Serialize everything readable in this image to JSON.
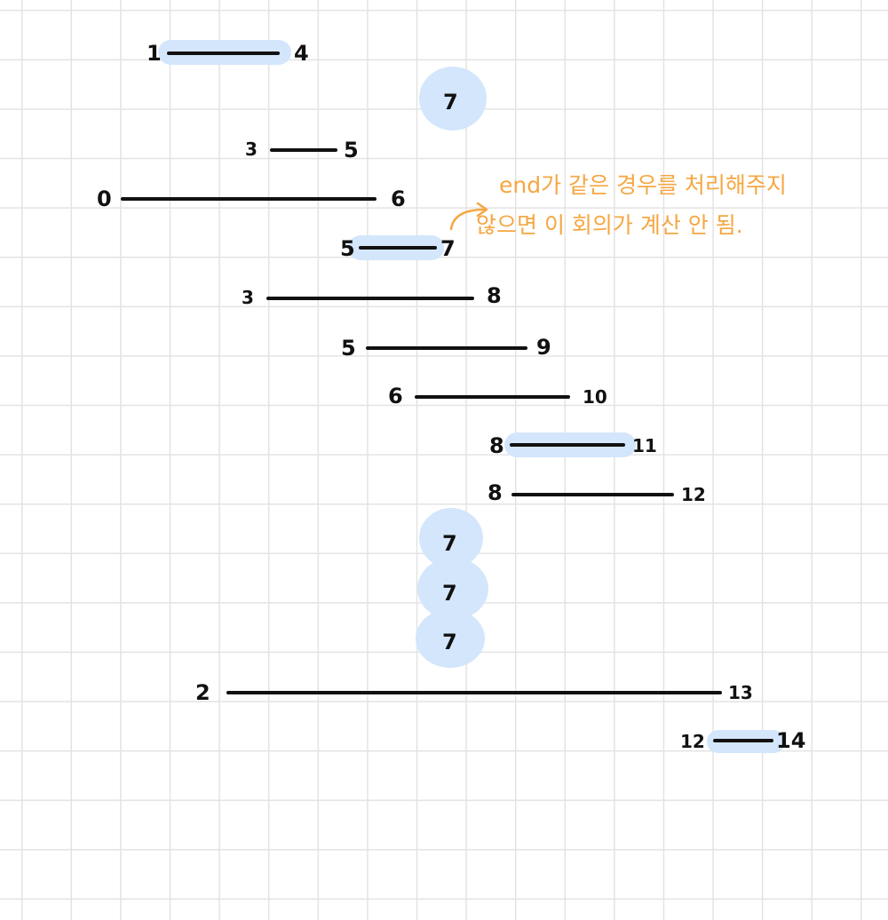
{
  "colors": {
    "background": "#ffffff",
    "grid": "#e3e3e3",
    "ink": "#111111",
    "highlight": "#d3e6fb",
    "annotation": "#f5a742"
  },
  "annotation": {
    "line1": "end가 같은 경우를 처리해주지",
    "line2": "않으면 이 회의가  계산 안 됨."
  },
  "intervals": [
    {
      "start": "1",
      "end": "4",
      "selected": true
    },
    {
      "start": "3",
      "end": "5",
      "selected": false
    },
    {
      "start": "0",
      "end": "6",
      "selected": false
    },
    {
      "start": "5",
      "end": "7",
      "selected": true
    },
    {
      "start": "3",
      "end": "8",
      "selected": false
    },
    {
      "start": "5",
      "end": "9",
      "selected": false
    },
    {
      "start": "6",
      "end": "10",
      "selected": false
    },
    {
      "start": "8",
      "end": "11",
      "selected": true
    },
    {
      "start": "8",
      "end": "12",
      "selected": false
    },
    {
      "start": "2",
      "end": "13",
      "selected": false
    },
    {
      "start": "12",
      "end": "14",
      "selected": true
    }
  ],
  "points": [
    {
      "value": "7",
      "selected": true
    },
    {
      "value": "7",
      "selected": true
    },
    {
      "value": "7",
      "selected": true
    },
    {
      "value": "7",
      "selected": true
    }
  ]
}
